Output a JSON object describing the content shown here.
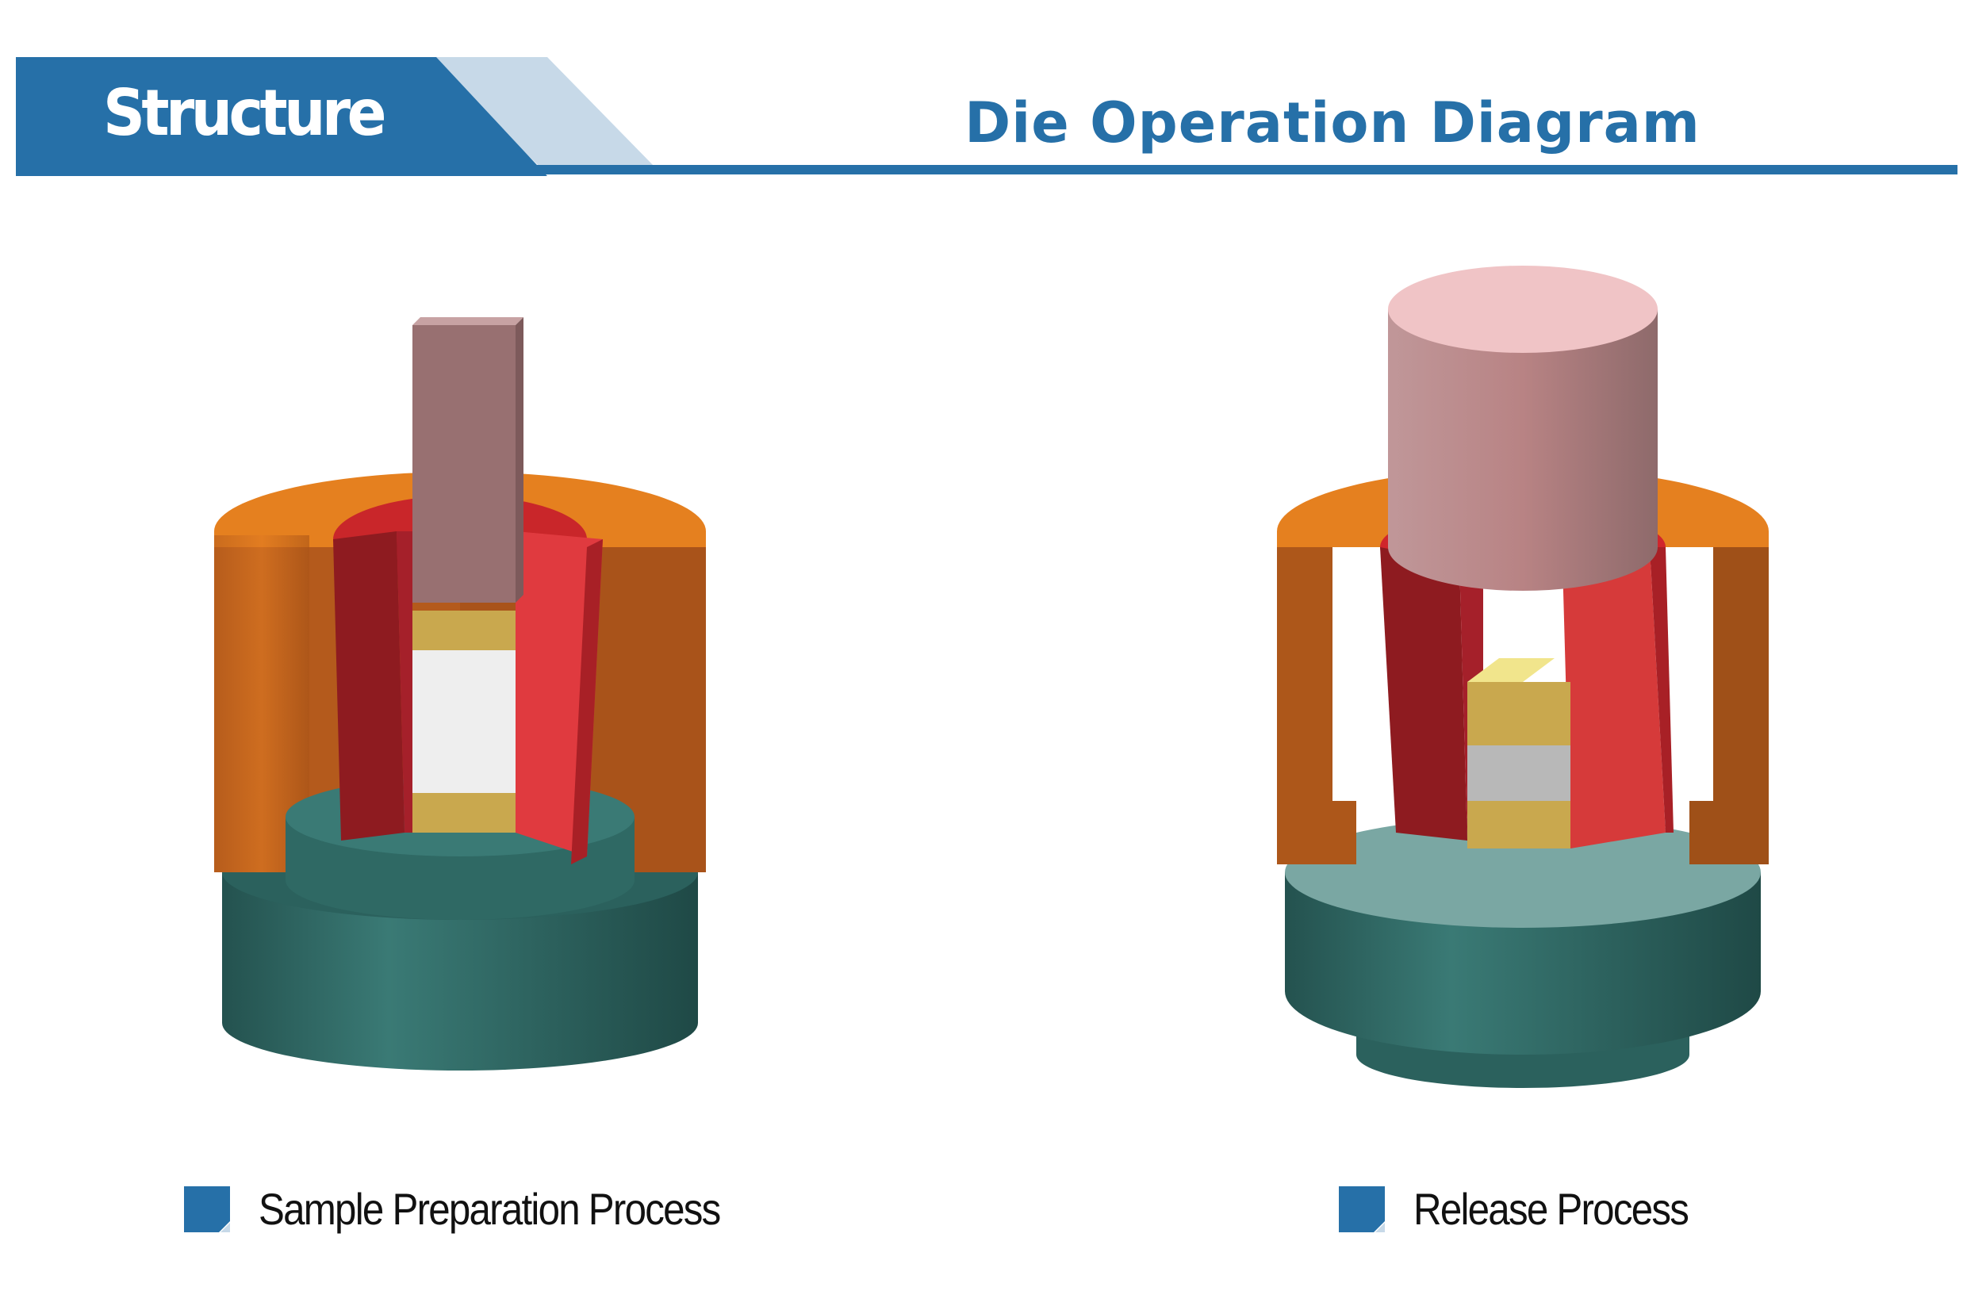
{
  "header": {
    "tab_label": "Structure",
    "title": "Die Operation Diagram"
  },
  "colors": {
    "brand_blue": "#2670a8",
    "light_blue": "#c7d9e8",
    "orange": "#e6821f",
    "red": "#d63a3a",
    "teal": "#2f6a66",
    "punch_pink": "#b88384",
    "spacer_gold": "#c9a84e"
  },
  "diagrams": [
    {
      "caption": "Sample Preparation Process",
      "marker_icon": "square-bullet-icon"
    },
    {
      "caption": "Release Process",
      "marker_icon": "square-bullet-icon"
    }
  ]
}
